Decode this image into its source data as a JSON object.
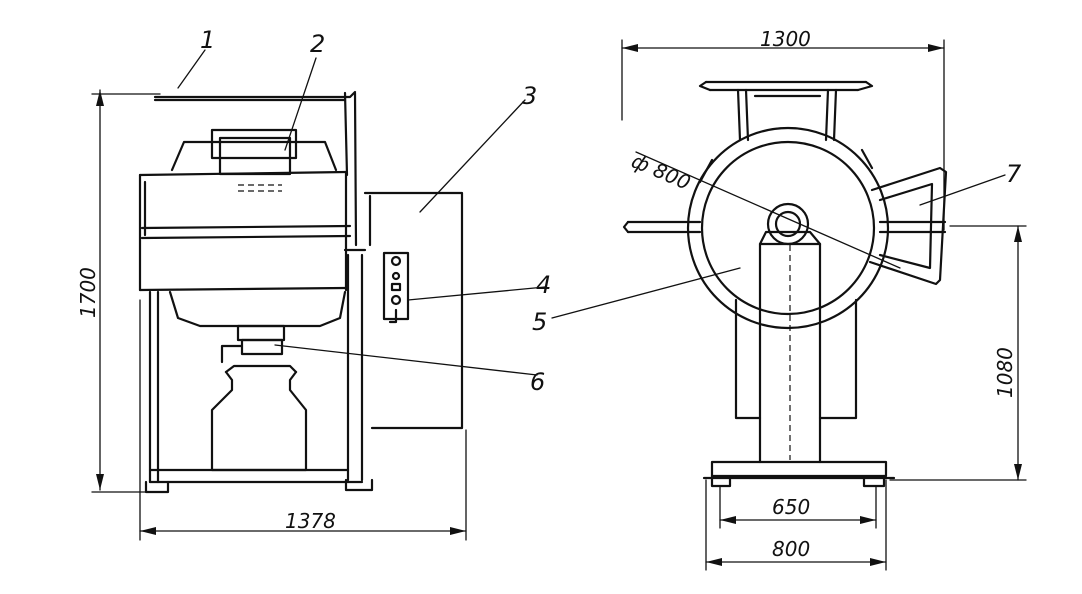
{
  "labels": {
    "n1": "1",
    "n2": "2",
    "n3": "3",
    "n4": "4",
    "n5": "5",
    "n6": "6",
    "n7": "7"
  },
  "dimensions": {
    "front_height": "1700",
    "front_width": "1378",
    "side_total_width": "1300",
    "drum_diameter": "ф 800",
    "axis_height": "1080",
    "base_inner": "650",
    "base_outer": "800"
  }
}
